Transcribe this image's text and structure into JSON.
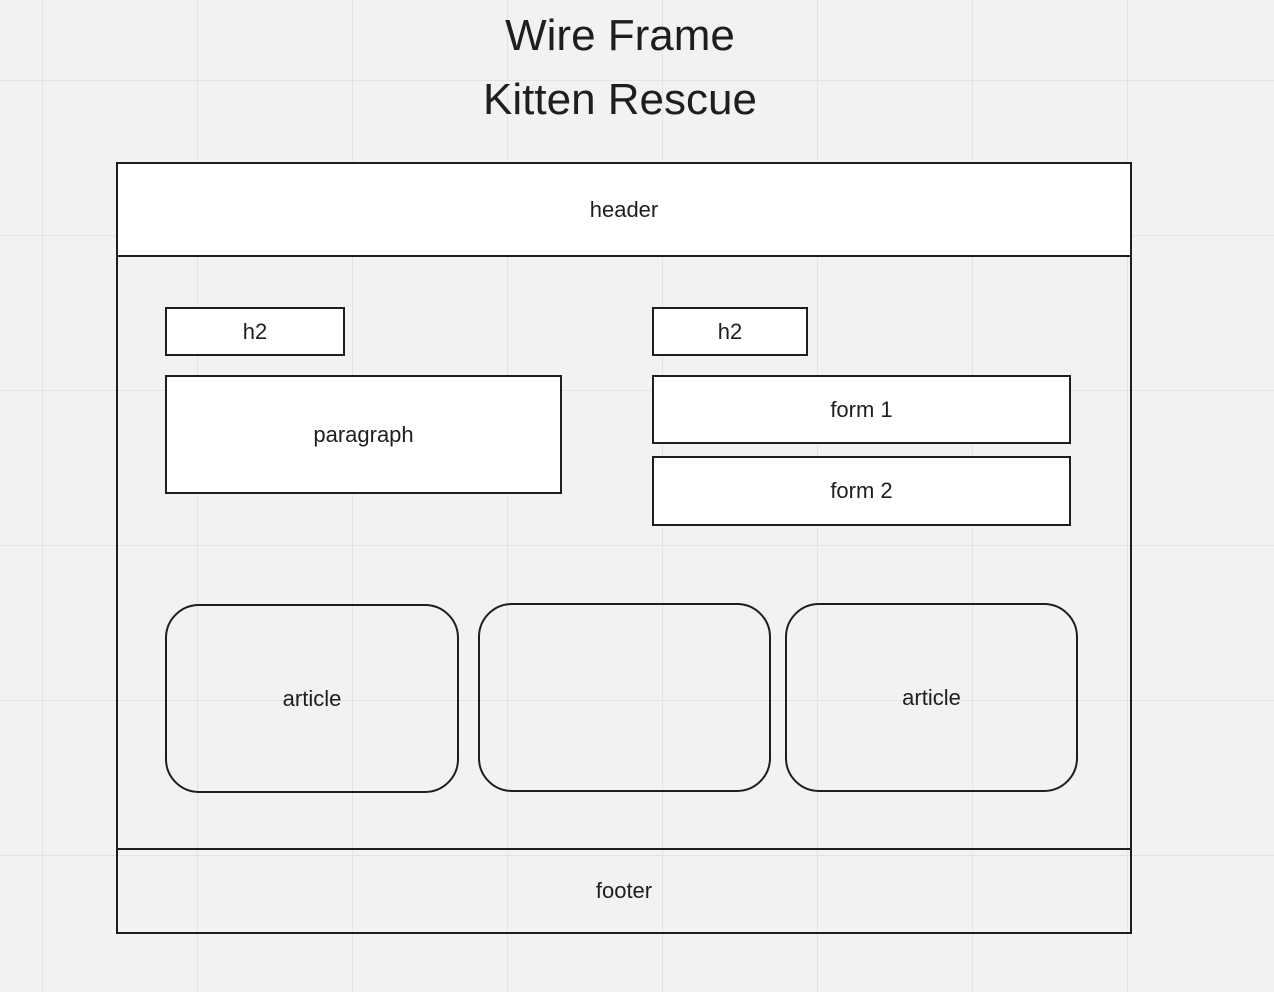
{
  "title": {
    "line1": "Wire Frame",
    "line2": "Kitten Rescue"
  },
  "wireframe": {
    "header": "header",
    "footer": "footer",
    "left_column": {
      "heading": "h2",
      "paragraph": "paragraph"
    },
    "right_column": {
      "heading": "h2",
      "forms": [
        "form 1",
        "form 2"
      ]
    },
    "articles": [
      "article",
      "",
      "article"
    ]
  },
  "colors": {
    "canvas": "#f2f2f2",
    "grid_line": "#e3e3e3",
    "stroke": "#1e1e1e",
    "box_fill": "#ffffff"
  }
}
